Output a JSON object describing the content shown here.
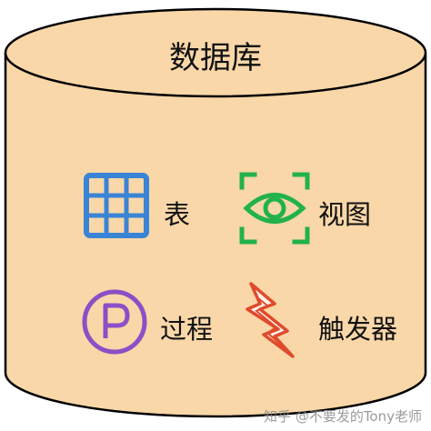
{
  "title": "数据库",
  "objects": {
    "table": {
      "label": "表",
      "icon": "table-grid-icon",
      "color": "#3a84d6"
    },
    "view": {
      "label": "视图",
      "icon": "eye-icon",
      "color": "#22b24c"
    },
    "procedure": {
      "label": "过程",
      "icon": "circled-p-icon",
      "color": "#8e4ec6"
    },
    "trigger": {
      "label": "触发器",
      "icon": "lightning-bolt-icon",
      "color": "#e04a2c"
    }
  },
  "watermark": "知乎 @不要发的Tony老师",
  "colors": {
    "cylinder_fill": "#f9d7a8",
    "cylinder_outline": "#000000"
  }
}
